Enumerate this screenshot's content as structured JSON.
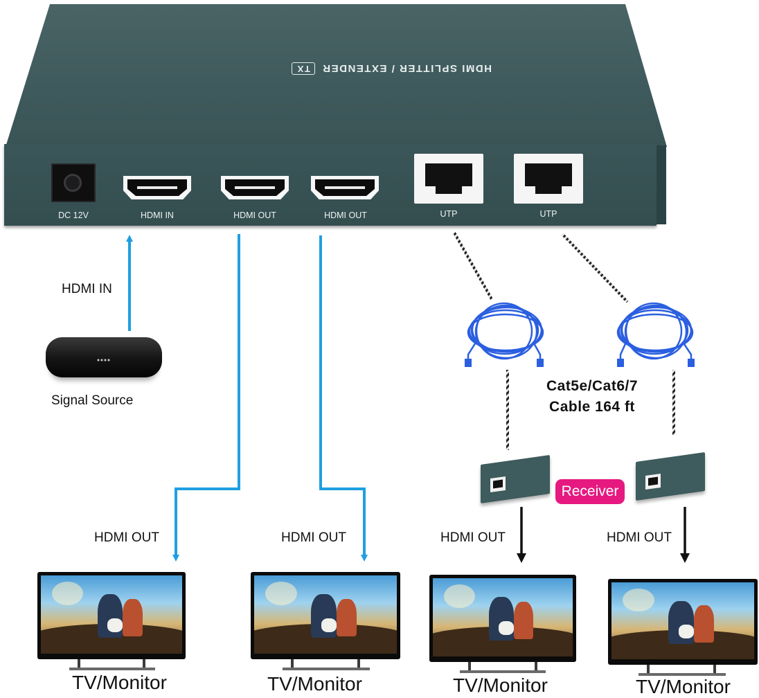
{
  "device": {
    "top_title": "HDMI SPLITTER / EXTENDER",
    "top_badge": "TX",
    "ports": {
      "dc": "DC 12V",
      "hdmi_in": "HDMI IN",
      "hdmi_out_1": "HDMI OUT",
      "hdmi_out_2": "HDMI OUT",
      "utp_1": "UTP",
      "utp_2": "UTP"
    },
    "color": "#3c5759"
  },
  "source": {
    "arrow_label": "HDMI IN",
    "label": "Signal Source"
  },
  "cable": {
    "line1": "Cat5e/Cat6/7",
    "line2": "Cable  164 ft",
    "color": "#2b5fe0"
  },
  "receiver_badge": "Receiver",
  "outputs": [
    {
      "label": "HDMI OUT",
      "tv": "TV/Monitor"
    },
    {
      "label": "HDMI OUT",
      "tv": "TV/Monitor"
    },
    {
      "label": "HDMI OUT",
      "tv": "TV/Monitor"
    },
    {
      "label": "HDMI OUT",
      "tv": "TV/Monitor"
    }
  ],
  "colors": {
    "hdmi_arrow": "#1f9fe0",
    "black_arrow": "#111111",
    "badge": "#e5197f"
  }
}
